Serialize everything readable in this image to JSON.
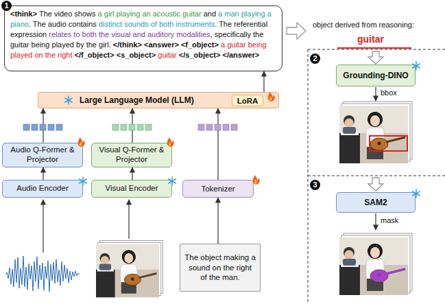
{
  "diagram": {
    "nodes": [
      {
        "text": [
          "<think>",
          "The video shows",
          "a girl playing an acoustic guitar",
          "and",
          "a man playing a piano",
          ". The audio contains",
          "distinct sounds of both instruments",
          ". The referential expression",
          "relates to both the visual and auditory modalities",
          ", specifically the guitar being played by the girl.",
          "</think>",
          "<answer>",
          "<f_object>",
          "a guitar being played on the right",
          "</f_object>",
          "<s_object>",
          "guitar",
          "</s_object>",
          "</answer>"
        ]
      },
      {
        "text": [
          "Large Language Model (LLM)"
        ]
      },
      {
        "text": [
          "LoRA"
        ],
        "in": 1
      },
      {
        "text": [
          "Audio Q-Former & Projector"
        ]
      },
      {
        "text": [
          "Visual Q-Former & Projector"
        ]
      },
      {
        "text": [
          "Audio Encoder"
        ]
      },
      {
        "text": [
          "Visual Encoder"
        ]
      },
      {
        "text": [
          "Tokenizer"
        ]
      },
      {
        "text": [
          "The object making a sound on the right of the man."
        ]
      },
      {
        "text": [
          "Grounding-DINO"
        ]
      },
      {
        "text": [
          "SAM2"
        ]
      }
    ],
    "edges": [
      {
        "from": 5,
        "to": 3,
        "arrow": "to"
      },
      {
        "from": 6,
        "to": 4,
        "arrow": "to"
      },
      {
        "from": 3,
        "to": 1,
        "arrow": "to"
      },
      {
        "from": 4,
        "to": 1,
        "arrow": "to"
      },
      {
        "from": 8,
        "to": 7,
        "arrow": "to"
      },
      {
        "from": 7,
        "to": 1,
        "arrow": "to"
      },
      {
        "from": 1,
        "to": 0,
        "arrow": "to"
      }
    ],
    "labels": [
      "1",
      "object derived from reasoning:",
      "guitar",
      "2",
      "bbox",
      "3",
      "mask"
    ]
  }
}
